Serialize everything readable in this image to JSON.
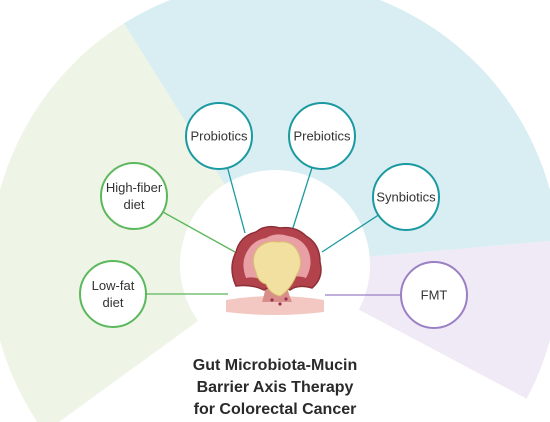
{
  "title_lines": [
    "Gut Microbiota-Mucin",
    "Barrier Axis Therapy",
    "for Colorectal Cancer"
  ],
  "colors": {
    "green_stroke": "#5cb85c",
    "teal_stroke": "#1a9aa0",
    "purple_stroke": "#9b7fc4",
    "sector_green": "#eef4e6",
    "sector_blue": "#d9eef3",
    "sector_purple": "#efeaf5"
  },
  "icon": "colon-polyp-icon",
  "nodes": [
    {
      "id": "low-fat-diet",
      "lines": [
        "Low-fat",
        "diet"
      ],
      "color": "#5cb85c"
    },
    {
      "id": "high-fiber-diet",
      "lines": [
        "High-fiber",
        "diet"
      ],
      "color": "#5cb85c"
    },
    {
      "id": "probiotics",
      "lines": [
        "Probiotics"
      ],
      "color": "#1a9aa0"
    },
    {
      "id": "prebiotics",
      "lines": [
        "Prebiotics"
      ],
      "color": "#1a9aa0"
    },
    {
      "id": "synbiotics",
      "lines": [
        "Synbiotics"
      ],
      "color": "#1a9aa0"
    },
    {
      "id": "fmt",
      "lines": [
        "FMT"
      ],
      "color": "#9b7fc4"
    }
  ]
}
